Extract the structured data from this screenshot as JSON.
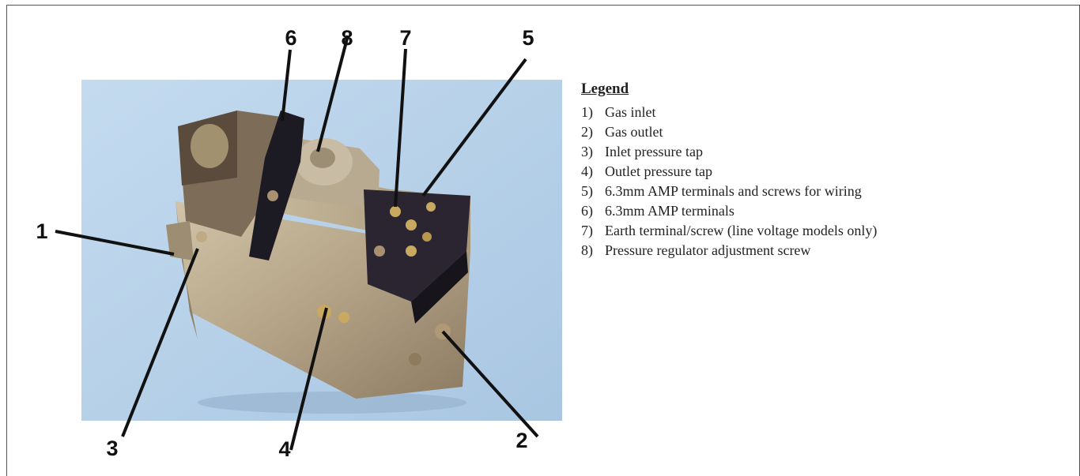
{
  "legend": {
    "title": "Legend",
    "items": [
      {
        "num": "1)",
        "label": "Gas inlet"
      },
      {
        "num": "2)",
        "label": "Gas outlet"
      },
      {
        "num": "3)",
        "label": "Inlet pressure tap"
      },
      {
        "num": "4)",
        "label": "Outlet pressure tap"
      },
      {
        "num": "5)",
        "label": "6.3mm AMP terminals and screws for wiring"
      },
      {
        "num": "6)",
        "label": "6.3mm AMP terminals"
      },
      {
        "num": "7)",
        "label": "Earth terminal/screw (line voltage models only)"
      },
      {
        "num": "8)",
        "label": "Pressure regulator adjustment screw"
      }
    ]
  },
  "callouts": {
    "c1": "1",
    "c2": "2",
    "c3": "3",
    "c4": "4",
    "c5": "5",
    "c6": "6",
    "c7": "7",
    "c8": "8"
  },
  "colors": {
    "photo_background": "#b9d3ea",
    "valve_body": "#b5a58a",
    "connector_block": "#2a2530",
    "leader_line": "#111111"
  }
}
